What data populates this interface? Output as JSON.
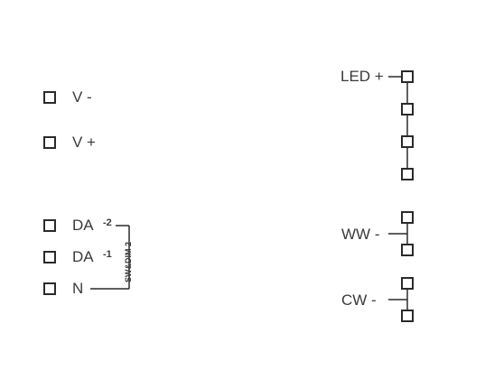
{
  "left_terminals": [
    {
      "id": "v-minus",
      "label": "V -"
    },
    {
      "id": "v-plus",
      "label": "V +"
    },
    {
      "id": "da-2",
      "label": "DA",
      "suffix": "-2"
    },
    {
      "id": "da-1",
      "label": "DA",
      "suffix": "-1"
    },
    {
      "id": "n",
      "label": "N"
    }
  ],
  "switch_label": "SW&DIM 2",
  "right_groups": [
    {
      "id": "led-plus",
      "label": "LED +",
      "count": 4
    },
    {
      "id": "ww-minus",
      "label": "WW -",
      "count": 2
    },
    {
      "id": "cw-minus",
      "label": "CW -",
      "count": 2
    }
  ],
  "colors": {
    "line": "#2a2a2a",
    "text": "#3a3a3a",
    "background": "#ffffff"
  }
}
